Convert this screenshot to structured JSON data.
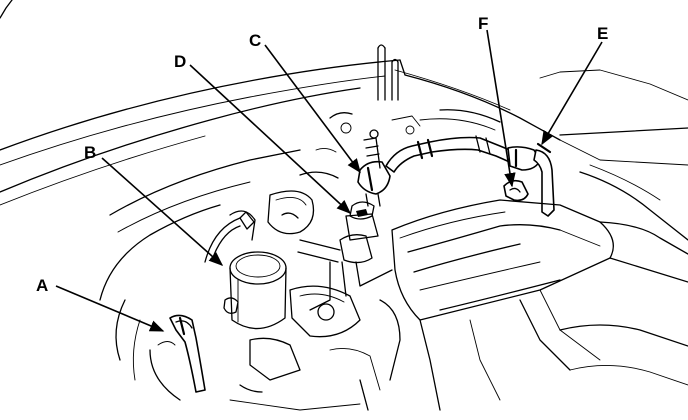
{
  "callouts": {
    "a": {
      "label": "A"
    },
    "b": {
      "label": "B"
    },
    "c": {
      "label": "C"
    },
    "d": {
      "label": "D"
    },
    "e": {
      "label": "E"
    },
    "f": {
      "label": "F"
    }
  }
}
